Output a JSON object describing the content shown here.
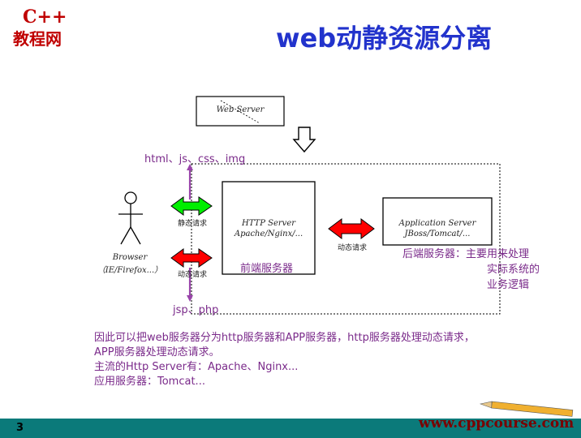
{
  "logo": {
    "line1": "C++",
    "line2": "教程网"
  },
  "title": "web动静资源分离",
  "diagram": {
    "web_server": "Web Server",
    "browser_line1": "Browser",
    "browser_line2": "（IE/Firefox...）",
    "http_server_line1": "HTTP Server",
    "http_server_line2": "Apache/Nginx/...",
    "http_server_caption": "前端服务器",
    "app_server_line1": "Application Server",
    "app_server_line2": "JBoss/Tomcat/...",
    "app_server_caption_line1": "后端服务器：主要用来处理",
    "app_server_caption_line2": "实际系统的",
    "app_server_caption_line3": "业务逻辑",
    "static_request": "静态请求",
    "dynamic_request": "动态请求",
    "dynamic_request_2": "动态请求",
    "static_resources": "html、js、css、img",
    "dynamic_resources": "jsp、php"
  },
  "notes": [
    "因此可以把web服务器分为http服务器和APP服务器，http服务器处理动态请求，",
    "APP服务器处理动态请求。",
    "主流的Http Server有：Apache、Nginx...",
    "应用服务器：Tomcat..."
  ],
  "footer": {
    "page": "3",
    "url": "www.cppcourse.com"
  },
  "colors": {
    "title": "#2233cc",
    "logo": "#c00000",
    "annotation": "#7a2a8a",
    "footer_bar": "#0b7a7a",
    "static_arrow": "#00ee00",
    "dynamic_arrow": "#ff0000"
  }
}
